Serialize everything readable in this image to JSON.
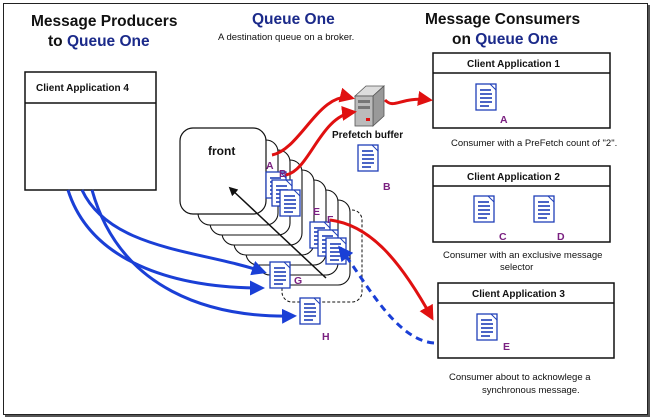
{
  "producers": {
    "title_line1": "Message Producers",
    "title_line2_prefix": "to ",
    "title_line2_queue": "Queue One",
    "client": "Client Application 4"
  },
  "queue": {
    "title": "Queue One",
    "subtitle": "A destination queue on a broker.",
    "front_label": "front",
    "prefetch_label": "Prefetch buffer"
  },
  "consumers": {
    "title_line1": "Message Consumers",
    "title_line2_prefix": "on ",
    "title_line2_queue": "Queue One",
    "client1": "Client Application 1",
    "client1_caption": "Consumer with a PreFetch count of \"2\".",
    "client2": "Client Application 2",
    "client2_caption_line1": "Consumer with an exclusive message",
    "client2_caption_line2": "selector",
    "client3": "Client Application 3",
    "client3_caption_line1": "Consumer  about to acknowlege a",
    "client3_caption_line2": "synchronous message."
  },
  "messages": {
    "A": "A",
    "B": "B",
    "C": "C",
    "D": "D",
    "E": "E",
    "F": "F",
    "G": "G",
    "H": "H"
  },
  "colors": {
    "accent_blue": "#1b2a8a",
    "arrow_blue": "#1a3fd6",
    "arrow_red": "#e01010",
    "letter_purple": "#7a2080",
    "doc_blue": "#1f3fb8"
  }
}
